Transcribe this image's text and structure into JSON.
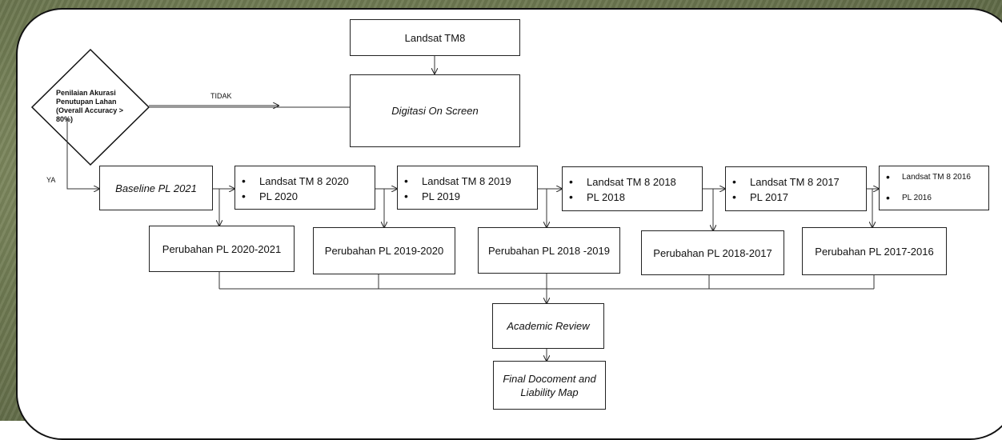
{
  "diagram": {
    "landsat_tm8": "Landsat TM8",
    "digitasi": "Digitasi On Screen",
    "accuracy_check": [
      "Penilaian Akurasi",
      "Penutupan Lahan",
      "(Overall Accuracy >",
      "80%)"
    ],
    "edge_tidak": "TIDAK",
    "edge_ya": "YA",
    "baseline": "Baseline PL 2021",
    "data_boxes": [
      {
        "line1": "Landsat  TM 8 2020",
        "line2": "PL 2020"
      },
      {
        "line1": "Landsat  TM 8 2019",
        "line2": "PL 2019"
      },
      {
        "line1": "Landsat  TM 8 2018",
        "line2": "PL 2018"
      },
      {
        "line1": "Landsat  TM 8 2017",
        "line2": "PL 2017"
      },
      {
        "line1": "Landsat  TM 8 2016",
        "line2": "PL 2016"
      }
    ],
    "bullet": "•",
    "change_boxes": [
      "Perubahan PL  2020-2021",
      "Perubahan PL  2019-2020",
      "Perubahan PL 2018 -2019",
      "Perubahan PL 2018-2017",
      "Perubahan PL 2017-2016"
    ],
    "academic_review": "Academic Review",
    "final_doc": [
      "Final Docoment and",
      "Liability Map"
    ]
  }
}
